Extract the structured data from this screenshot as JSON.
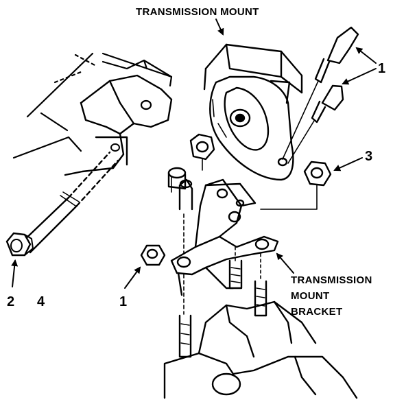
{
  "labels": {
    "transmission_mount": "TRANSMISSION MOUNT",
    "bracket_line1": "TRANSMISSION",
    "bracket_line2": "MOUNT",
    "bracket_line3": "BRACKET",
    "callout_1_top": "1",
    "callout_3": "3",
    "callout_1_bottom": "1",
    "callout_2": "2",
    "callout_4": "4"
  }
}
